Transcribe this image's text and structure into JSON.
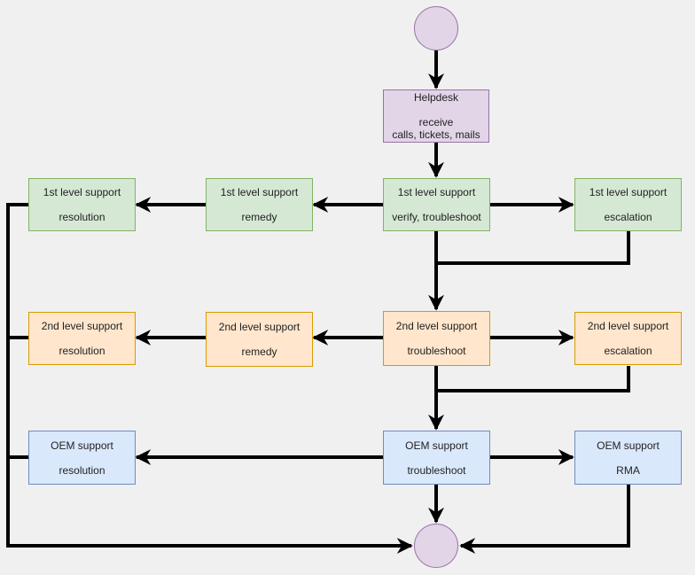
{
  "colors": {
    "green_fill": "#d5e8d4",
    "orange_fill": "#ffe6cc",
    "blue_fill": "#dae8fc",
    "purple_fill": "#e1d5e7",
    "connector": "#000000"
  },
  "start": {
    "shape": "circle"
  },
  "end": {
    "shape": "circle"
  },
  "helpdesk": {
    "title": "Helpdesk",
    "line2": "receive",
    "line3": "calls, tickets, mails"
  },
  "level1": {
    "resolution": {
      "title": "1st level support",
      "subtitle": "resolution"
    },
    "remedy": {
      "title": "1st level support",
      "subtitle": "remedy"
    },
    "verify": {
      "title": "1st level support",
      "subtitle": "verify, troubleshoot"
    },
    "escalation": {
      "title": "1st level support",
      "subtitle": "escalation"
    }
  },
  "level2": {
    "resolution": {
      "title": "2nd level support",
      "subtitle": "resolution"
    },
    "remedy": {
      "title": "2nd level support",
      "subtitle": "remedy"
    },
    "troubleshoot": {
      "title": "2nd level support",
      "subtitle": "troubleshoot"
    },
    "escalation": {
      "title": "2nd level support",
      "subtitle": "escalation"
    }
  },
  "oem": {
    "resolution": {
      "title": "OEM support",
      "subtitle": "resolution"
    },
    "troubleshoot": {
      "title": "OEM support",
      "subtitle": "troubleshoot"
    },
    "rma": {
      "title": "OEM support",
      "subtitle": "RMA"
    }
  }
}
